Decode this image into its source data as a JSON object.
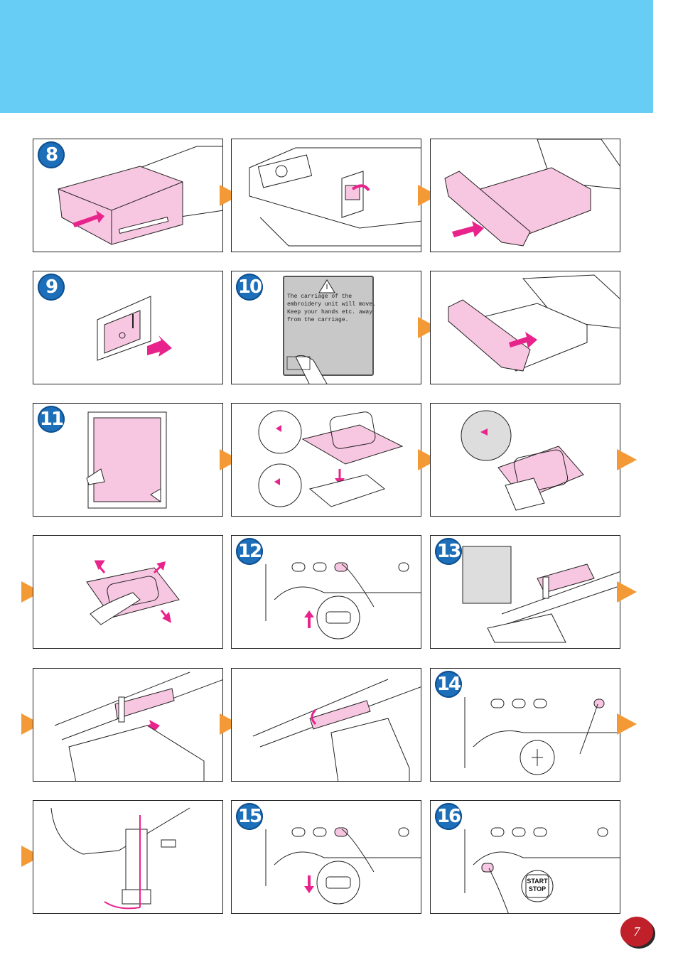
{
  "steps": {
    "s8": "8",
    "s9": "9",
    "s10": "10",
    "s11": "11",
    "s12": "12",
    "s13": "13",
    "s14": "14",
    "s15": "15",
    "s16": "16"
  },
  "warning_screen": {
    "lines": [
      "The carriage of the",
      "embroidery unit will move.",
      "Keep your hands etc. away",
      "from the carriage."
    ]
  },
  "start_stop_label": [
    "START",
    "STOP"
  ],
  "page_number": "7",
  "colors": {
    "header": "#67cdf4",
    "badge": "#1c6fb8",
    "arrow": "#f39a37",
    "pink": "#f7c6e0",
    "magenta": "#e8238b",
    "page_badge": "#c0202a"
  }
}
